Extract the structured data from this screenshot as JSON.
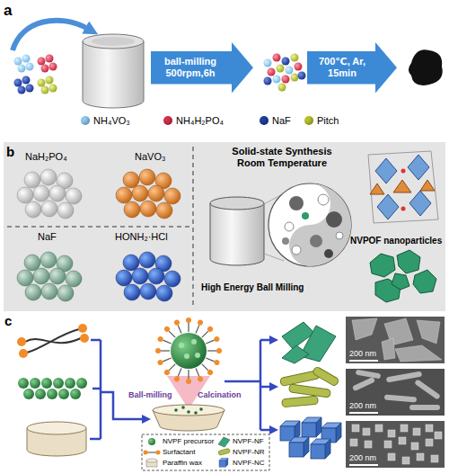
{
  "diagram": {
    "nodes": [
      {
        "text": [
          "ball-milling 500rpm,6h"
        ]
      },
      {
        "text": [
          "700℃, Ar, 15min"
        ]
      },
      {
        "text": [
          "Solid-state Synthesis Room Temperature"
        ]
      }
    ],
    "labels": [
      "a",
      "b",
      "NaH₂PO₄",
      "NaVO₃",
      "NaF",
      "HONH₂·HCl",
      "High Energy Ball Milling",
      "NVPOF nanoparticles",
      "c",
      "Ball-milling",
      "Calcination",
      "200 nm",
      "200 nm",
      "200 nm"
    ],
    "legend": [
      {
        "text": "NH₄VO₃",
        "color": "#8ec9ee"
      },
      {
        "text": "NH₄H₂PO₄",
        "color": "#d6304a"
      },
      {
        "text": "NaF",
        "color": "#1d3f9e"
      },
      {
        "text": "Pitch",
        "color": "#b5c22c"
      },
      {
        "text": "NVPF precursor"
      },
      {
        "text": "Surfactant"
      },
      {
        "text": "Paraffin wax"
      },
      {
        "text": "NVPF-NF"
      },
      {
        "text": "NVPF-NR"
      },
      {
        "text": "NVPF-NC"
      }
    ]
  }
}
